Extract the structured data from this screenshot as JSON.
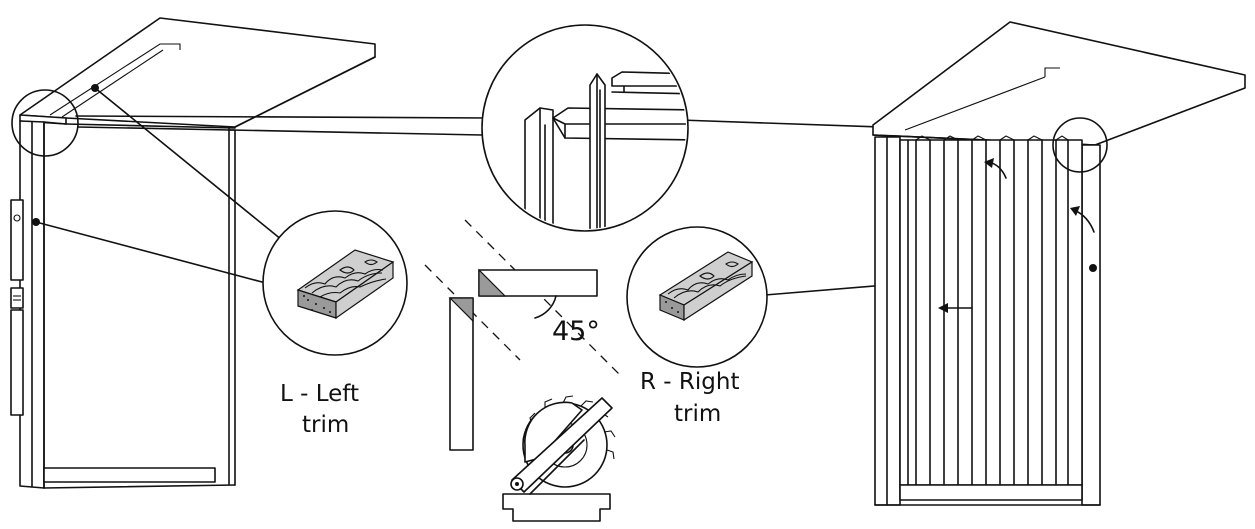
{
  "labels": {
    "left_trim_line1": "L - Left",
    "left_trim_line2": "trim",
    "right_trim_line1": "R - Right",
    "right_trim_line2": "trim",
    "angle": "45°"
  }
}
